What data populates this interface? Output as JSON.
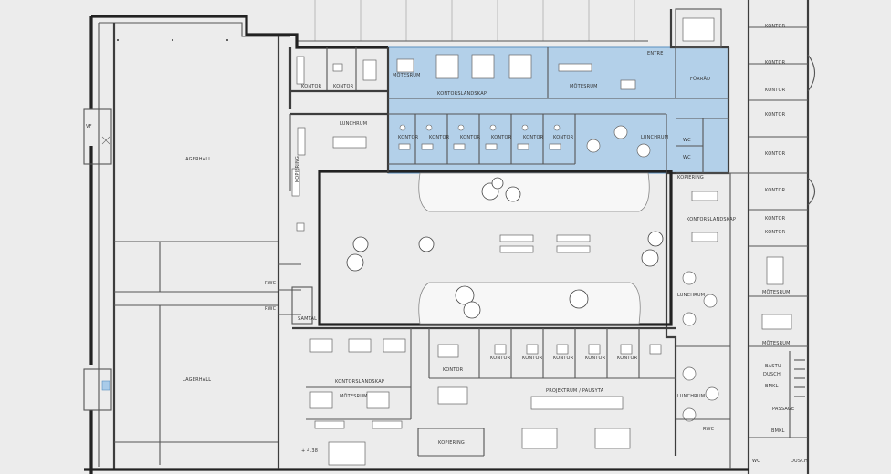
{
  "plan": {
    "labels": {
      "entre": "ENTRE",
      "forrad": "FÖRRÅD",
      "kontorslandskap_top": "KONTORSLANDSKAP",
      "motesrum_top_left": "MÖTESRUM",
      "motesrum_top_mid": "MÖTESRUM",
      "kontor_top_a": "KONTOR",
      "kontor_top_b": "KONTOR",
      "lunchrum_top_left": "LUNCHRUM",
      "lunchrum_top_right": "LUNCHRUM",
      "kontor_row": [
        "KONTOR",
        "KONTOR",
        "KONTOR",
        "KONTOR",
        "KONTOR",
        "KONTOR"
      ],
      "wc_1": "WC",
      "wc_2": "WC",
      "kopiering_top": "KOPIERING",
      "kopiering_side": "KOPIERING",
      "lagerhall_top": "LAGERHALL",
      "lagerhall_bottom": "LAGERHALL",
      "vf": "VF",
      "rwc_1": "RWC",
      "rwc_2": "RWC",
      "samtal": "SAMTAL",
      "kontorslandskap_bottom": "KONTORSLANDSKAP",
      "motesrum_bottom": "MÖTESRUM",
      "kontor_bottom": [
        "KONTOR",
        "KONTOR",
        "KONTOR",
        "KONTOR",
        "KONTOR",
        "KONTOR"
      ],
      "projektrum": "PROJEKTRUM / PAUSYTA",
      "kopiering_bottom": "KOPIERING",
      "level": "+ 4.38",
      "kontorslandskap_right": "KONTORSLANDSKAP",
      "lunchrum_right_a": "LUNCHRUM",
      "lunchrum_right_b": "LUNCHRUM",
      "motesrum_right_a": "MÖTESRUM",
      "motesrum_right_b": "MÖTESRUM",
      "bastu": "BASTU",
      "dusch": "DUSCH",
      "passage": "PASSAGE",
      "bmkl": "BMKL",
      "kontor_east": [
        "KONTOR",
        "KONTOR",
        "KONTOR",
        "KONTOR",
        "KONTOR",
        "KONTOR",
        "KONTOR",
        "KONTOR"
      ],
      "rwc_bottom": "RWC",
      "bmkl_2": "BMKL",
      "wc_east": "WC",
      "dusch_2": "DUSCH"
    },
    "colors": {
      "highlight": "#a9cbe9",
      "highlight_stroke": "#5a8fc0",
      "background": "#ececec",
      "walls": "#3d3d3d"
    }
  }
}
